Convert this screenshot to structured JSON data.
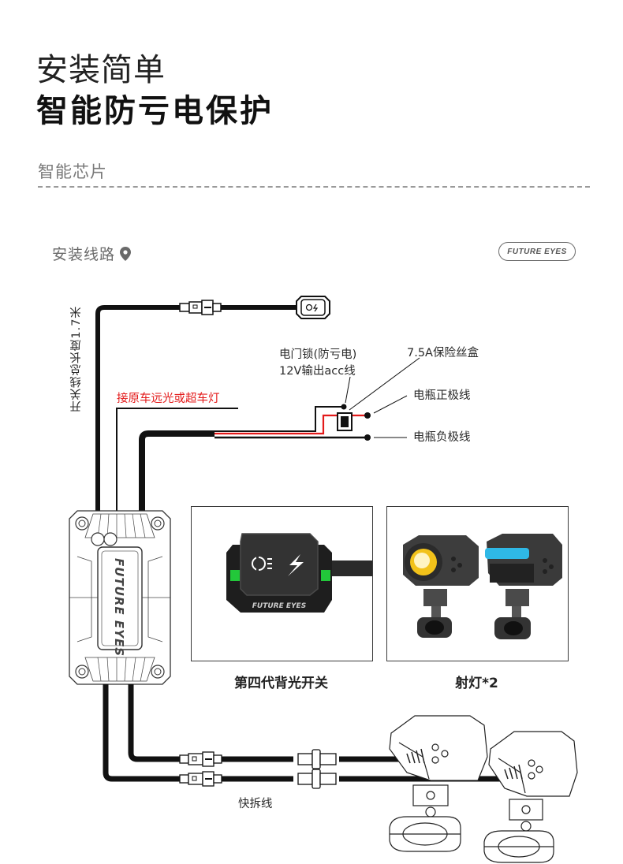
{
  "header": {
    "subtitle": "安装简单",
    "title": "智能防亏电保护",
    "section_label": "智能芯片"
  },
  "diagram": {
    "install_label": "安装线路",
    "location_icon": "map-pin-icon",
    "brand_logo": "FUTURE EYES",
    "vertical_label": "开关线总长度1.7米",
    "high_beam_label": "接原车远光或超车灯",
    "acc_label_line1": "电门锁(防亏电)",
    "acc_label_line2": "12V输出acc线",
    "fuse_label": "7.5A保险丝盒",
    "positive_label": "电瓶正极线",
    "negative_label": "电瓶负极线",
    "quick_release_label": "快拆线",
    "module_logo": "FUTURE EYES",
    "colors": {
      "wire": "#111111",
      "positive_wire": "#e31a1a",
      "switch_backlight": "#22c83a",
      "light_amber": "#f2c21a",
      "light_blue": "#2fb8e6"
    }
  },
  "products": [
    {
      "caption": "第四代背光开关",
      "image": "backlit-switch",
      "switch_logo": "FUTURE EYES"
    },
    {
      "caption": "射灯*2",
      "image": "spotlights-pair"
    }
  ]
}
